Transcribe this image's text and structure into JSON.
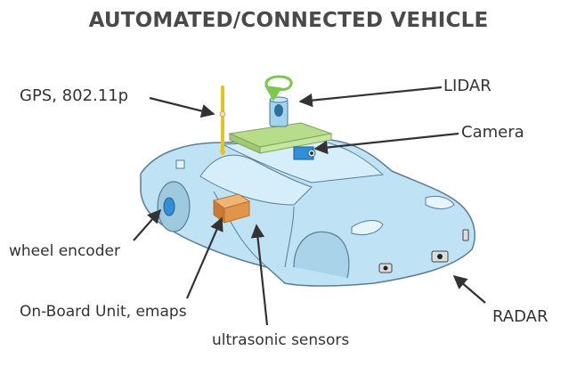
{
  "title": "AUTOMATED/CONNECTED VEHICLE",
  "labels": {
    "gps": "GPS, 802.11p",
    "lidar": "LIDAR",
    "camera": "Camera",
    "wheel_encoder": "wheel encoder",
    "obu": "On-Board Unit, emaps",
    "ultrasonic": "ultrasonic sensors",
    "radar": "RADAR"
  },
  "colors": {
    "car_body": "#bfe3f5",
    "car_outline": "#5a7d95",
    "lidar_base": "#b7dc8a",
    "lidar_rotation_arrow": "#7bc84a",
    "camera": "#2f8fd8",
    "obu_box": "#e0954a",
    "antenna": "#e8c21c",
    "arrows": "#333333"
  },
  "icons": [
    "lidar-rotation-icon"
  ]
}
